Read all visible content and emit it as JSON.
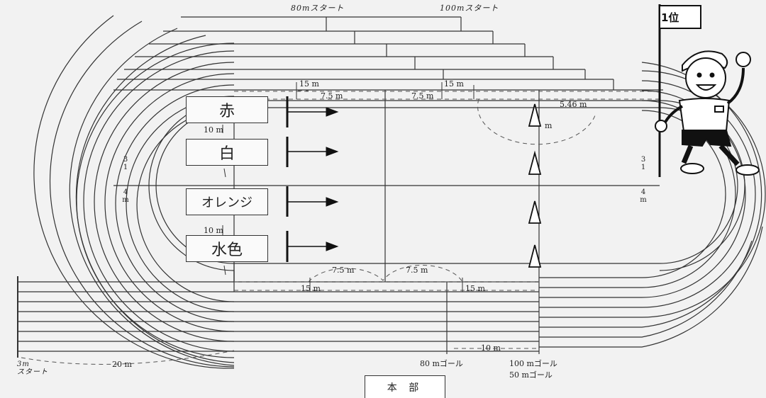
{
  "starts": {
    "start_80m": "80mスタート",
    "start_100m": "100mスタート",
    "start_20m": "20 m",
    "start_left": "3m\nスタート"
  },
  "teams": [
    "赤",
    "白",
    "オレンジ",
    "水色"
  ],
  "measures": {
    "top_15_left": "15 m",
    "top_15_right": "15 m",
    "top_75_left": "7.5 m",
    "top_75_right": "7.5 m",
    "radius": "5.46 m",
    "gap_10_top": "10 m",
    "gap_10_mid": "10 m",
    "left_31": "3 1",
    "left_4m": "4 m",
    "right_31": "3 1",
    "right_4m": "4 m",
    "arrow_m": "m",
    "bot_75_left": "7.5 m",
    "bot_75_right": "7.5 m",
    "bot_15_left": "15 m",
    "bot_15_right": "15 m",
    "bot_10": "10 m"
  },
  "goals": {
    "goal_80": "80 mゴール",
    "goal_100": "100 mゴール",
    "goal_50": "50 mゴール"
  },
  "honbu": "本 部",
  "flag": "1位",
  "colors": {
    "line": "#333333",
    "dash": "#555555",
    "background": "#f2f2f2"
  }
}
